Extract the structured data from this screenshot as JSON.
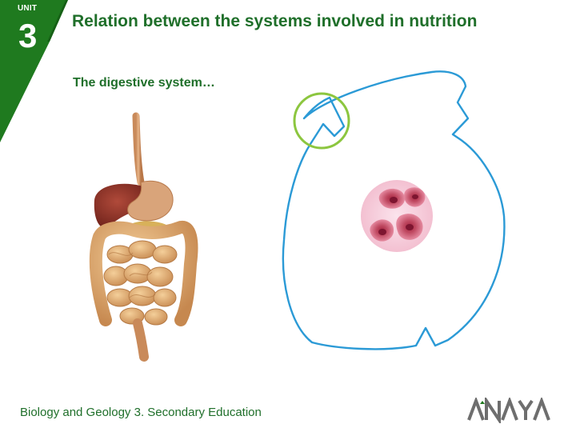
{
  "unit": {
    "label": "UNIT",
    "number": "3"
  },
  "title": "Relation between the systems involved in nutrition",
  "subtitle": "The digestive system…",
  "footer": "Biology and Geology 3. Secondary Education",
  "brand": "ANAYA",
  "colors": {
    "accent_green": "#1f7a1f",
    "title_green": "#1f6f2a",
    "cell_outline_blue": "#2b9ad6",
    "highlight_circle": "#8cc63f",
    "blood_cell_pink": "#e9a3b8"
  },
  "icons": {
    "digestive_system": "digestive-system-illustration",
    "cell": "cell-outline-illustration",
    "blood": "blood-cells-illustration"
  }
}
